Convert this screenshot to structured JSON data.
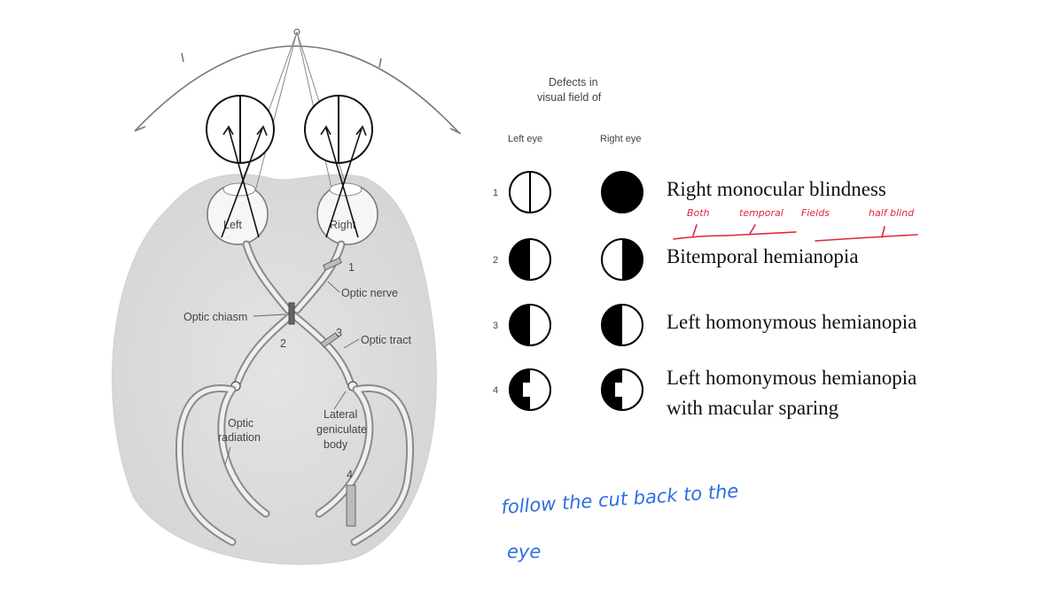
{
  "diagram": {
    "labels": {
      "left_eye": "Left",
      "right_eye": "Right",
      "optic_nerve": "Optic nerve",
      "optic_chiasm": "Optic chiasm",
      "optic_tract": "Optic tract",
      "optic_radiation_1": "Optic",
      "optic_radiation_2": "radiation",
      "lgb_1": "Lateral",
      "lgb_2": "geniculate",
      "lgb_3": "body",
      "lesion_1": "1",
      "lesion_2": "2",
      "lesion_3": "3",
      "lesion_4": "4"
    }
  },
  "defects": {
    "header_line1": "Defects in",
    "header_line2": "visual field of",
    "col_left": "Left eye",
    "col_right": "Right eye",
    "rows": [
      {
        "num": "1",
        "left": "normal",
        "right": "blind",
        "text1": "Right monocular blindness",
        "text2": ""
      },
      {
        "num": "2",
        "left": "left-half-blind",
        "right": "right-half-blind",
        "text1": "Bitemporal hemianopia",
        "text2": ""
      },
      {
        "num": "3",
        "left": "left-half-blind",
        "right": "left-half-blind",
        "text1": "Left homonymous hemianopia",
        "text2": ""
      },
      {
        "num": "4",
        "left": "left-half-macular",
        "right": "left-half-macular",
        "text1": "Left homonymous hemianopia",
        "text2": "with macular sparing"
      }
    ]
  },
  "annotations": {
    "red": [
      "Both",
      "temporal",
      "Fields",
      "half blind"
    ],
    "blue_line1": "follow the cut back to the",
    "blue_line2": "eye"
  }
}
